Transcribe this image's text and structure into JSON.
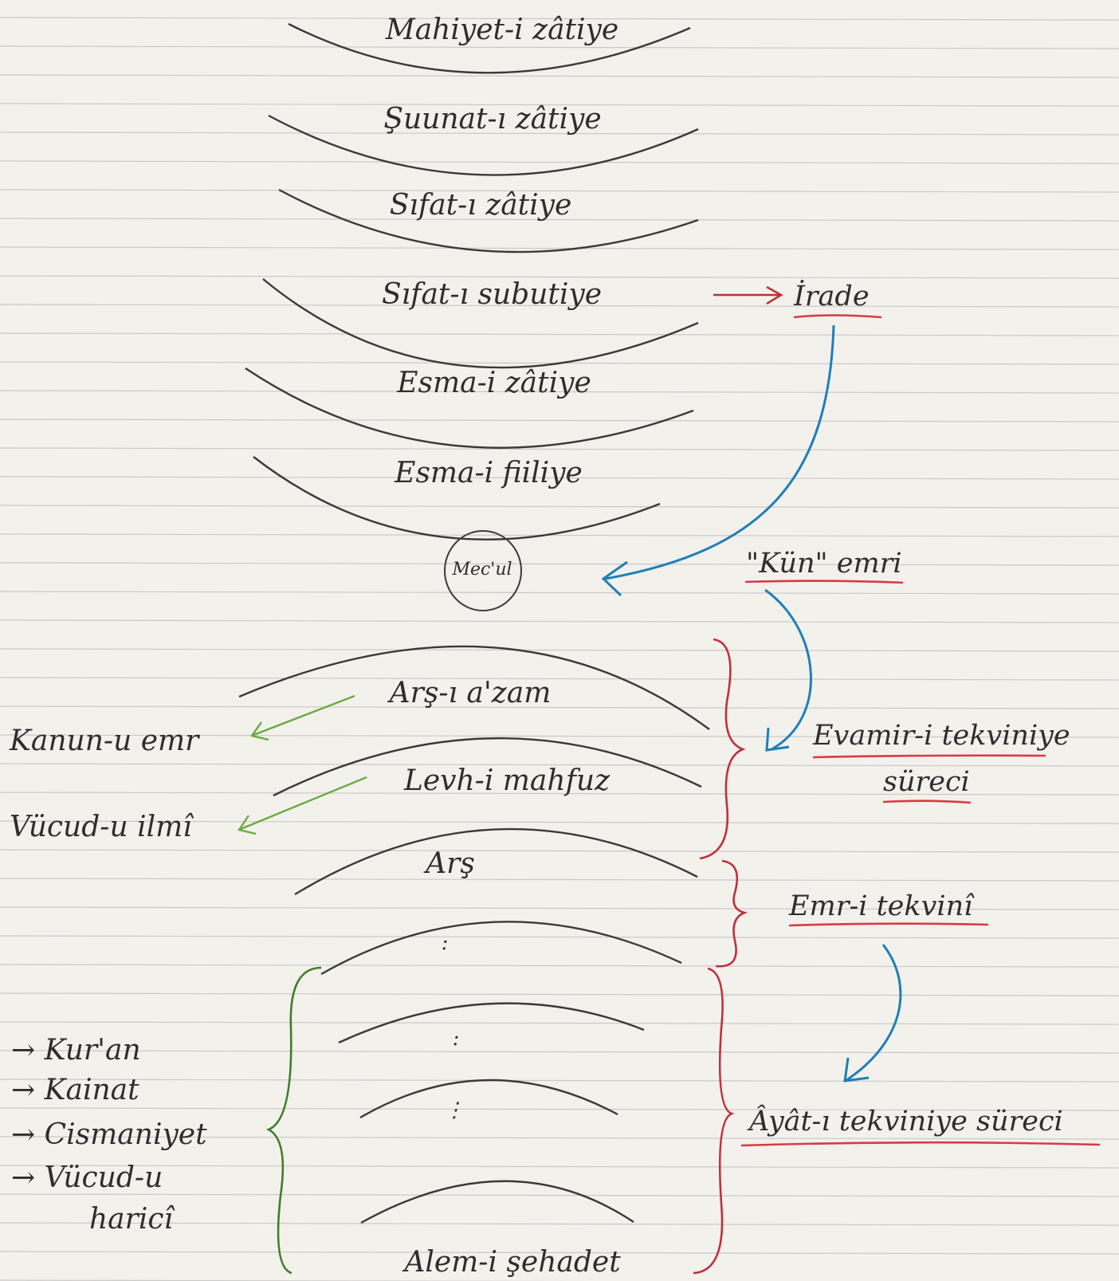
{
  "colors": {
    "paper": "#f3f1ec",
    "ruling": "#c9c9c9",
    "pencil": "#3a3a3a",
    "arrow_red": "#c0303a",
    "bracket_red": "#c0303a",
    "arrow_blue": "#1f7fb8",
    "arrow_green": "#6aab3e",
    "bracket_green": "#3f7d2a",
    "underline_red": "#d93a45"
  },
  "layers_top": [
    "Mahiyet-i zâtiye",
    "Şuunat-ı zâtiye",
    "Sıfat-ı zâtiye",
    "Sıfat-ı subutiye",
    "Esma-i zâtiye",
    "Esma-i fiiliye"
  ],
  "circle_label": "Mec'ul",
  "layers_bottom": {
    "arsi_azam": "Arş-ı a'zam",
    "levh": "Levh-i mahfuz",
    "ars": "Arş",
    "dots": [
      ":",
      ":",
      "⋮"
    ],
    "alem": "Alem-i şehadet"
  },
  "left_labels": {
    "kanun": "Kanun-u emr",
    "vucud_ilmi": "Vücud-u ilmî"
  },
  "left_list": {
    "arrow_glyph": "→",
    "items": [
      "Kur'an",
      "Kainat",
      "Cismaniyet",
      "Vücud-u"
    ],
    "continuation": "haricî"
  },
  "right_labels": {
    "irade": "İrade",
    "kun_emri": "\"Kün\" emri",
    "evamir_line1": "Evamir-i tekviniye",
    "evamir_line2": "süreci",
    "emr_tekvini": "Emr-i tekvinî",
    "ayat": "Âyât-ı tekviniye süreci"
  }
}
